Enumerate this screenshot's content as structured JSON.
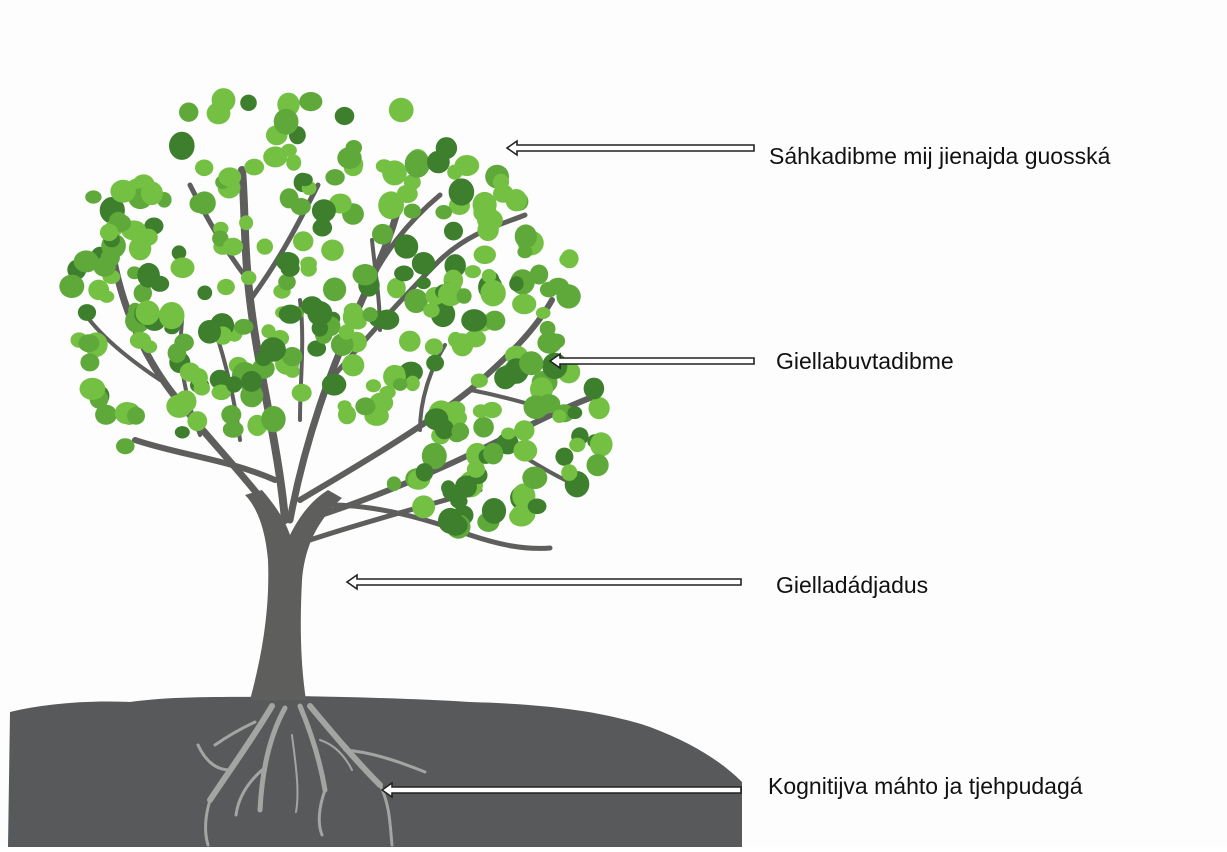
{
  "diagram": {
    "labels": [
      {
        "id": "top",
        "text": "Sáhkadibme mij jienajda guosská"
      },
      {
        "id": "crown",
        "text": "Giellabuvtadibme"
      },
      {
        "id": "trunk",
        "text": "Gielladádjadus"
      },
      {
        "id": "roots",
        "text": "Kognitijva máhto ja tjehpudagá"
      }
    ]
  },
  "colors": {
    "ground": "#58595b",
    "trunk": "#5e5f5c",
    "roots": "#a3a5a2",
    "leaf_light": "#74c043",
    "leaf_mid": "#5ea93a",
    "leaf_dark": "#3d7f2c",
    "arrow": "#222222"
  }
}
